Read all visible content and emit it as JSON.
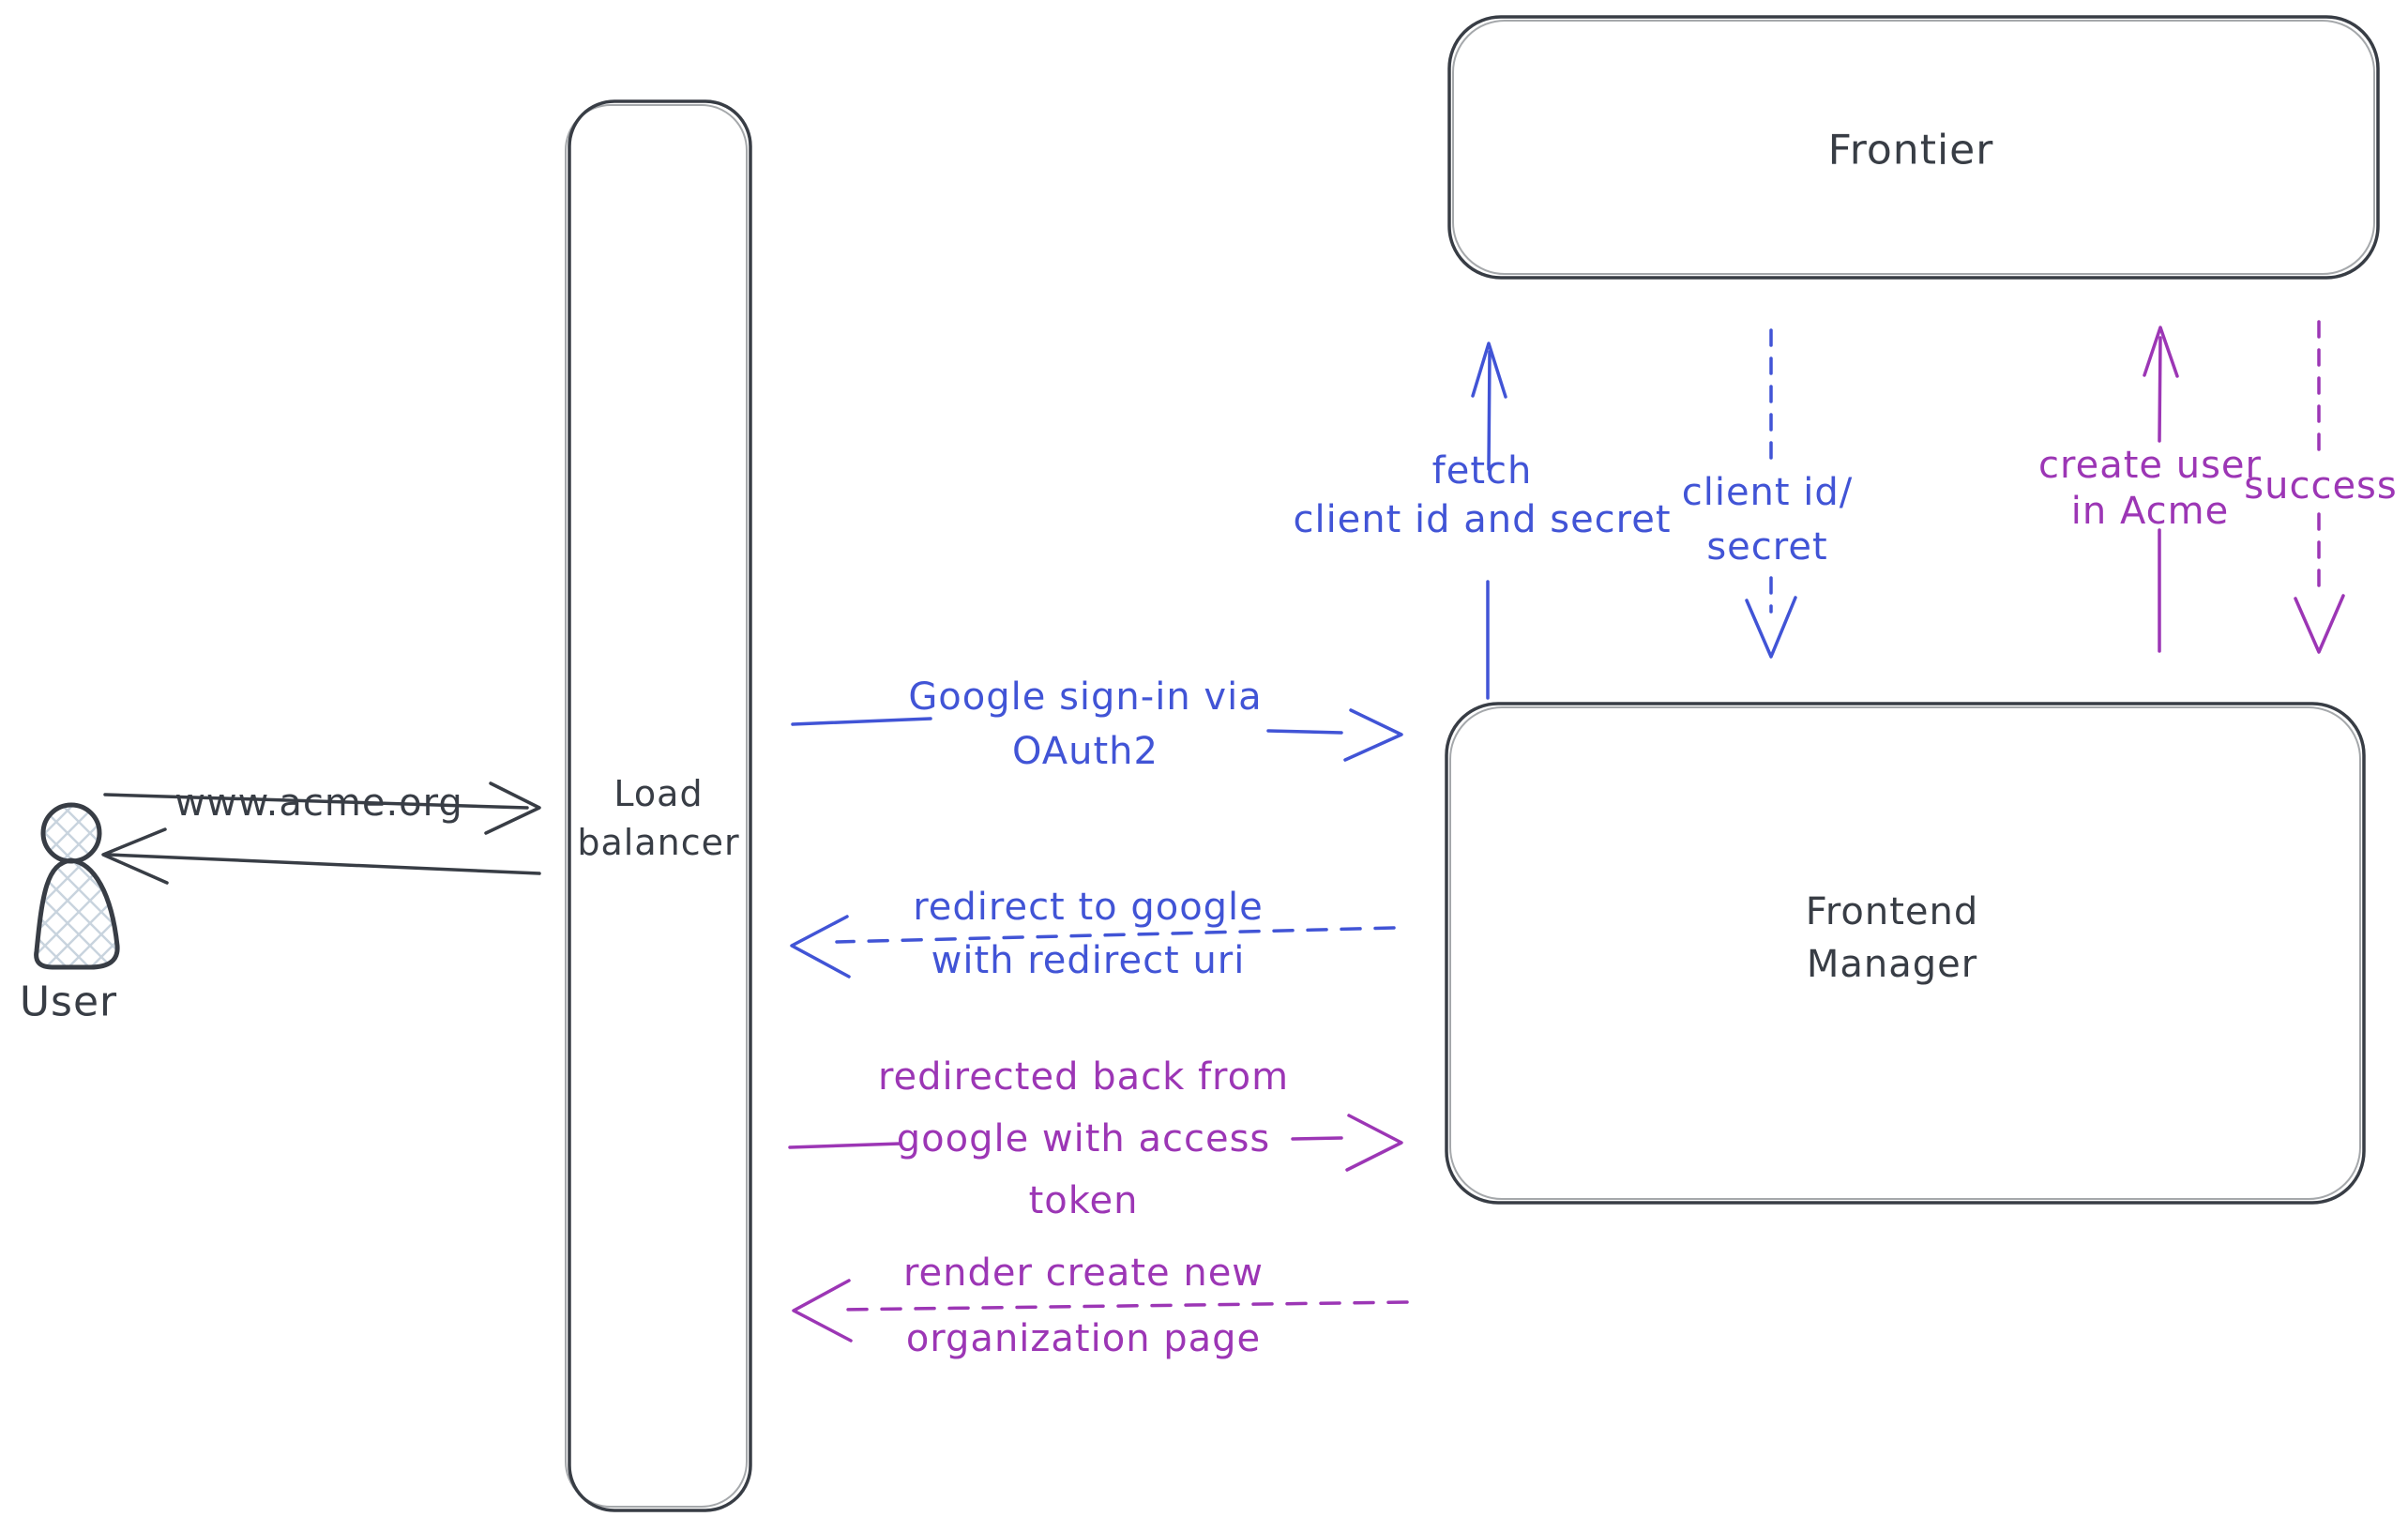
{
  "colors": {
    "bg": "#ffffff",
    "primary": "#383d45",
    "blue": "#4154d6",
    "purple": "#9c36b5",
    "hatch": "#c9d4de"
  },
  "nodes": {
    "user": {
      "label": "User"
    },
    "load_balancer": {
      "lines": [
        "Load",
        "balancer"
      ]
    },
    "frontier": {
      "label": "Frontier"
    },
    "frontend_manager": {
      "lines": [
        "Frontend",
        "Manager"
      ]
    }
  },
  "edges": {
    "www_acme": {
      "label": "www.acme.org",
      "style": "solid",
      "from": "User",
      "to": "Load balancer"
    },
    "google_signin": {
      "lines": [
        "Google sign-in via",
        "OAuth2"
      ],
      "style": "solid",
      "from": "Load balancer",
      "to": "Frontend Manager"
    },
    "redirect_google": {
      "lines": [
        "redirect to google",
        "with redirect uri"
      ],
      "style": "dashed",
      "from": "Frontend Manager",
      "to": "Load balancer"
    },
    "fetch_creds": {
      "lines": [
        "fetch",
        "client id and secret"
      ],
      "style": "solid",
      "from": "Frontend Manager",
      "to": "Frontier"
    },
    "client_id_secret": {
      "lines": [
        "client id/",
        "secret"
      ],
      "style": "dashed",
      "from": "Frontier",
      "to": "Frontend Manager"
    },
    "create_user": {
      "lines": [
        "create user",
        "in Acme"
      ],
      "style": "solid",
      "from": "Frontend Manager",
      "to": "Frontier"
    },
    "success": {
      "label": "success",
      "style": "dashed",
      "from": "Frontier",
      "to": "Frontend Manager"
    },
    "redirected_back": {
      "lines": [
        "redirected back from",
        "google with access",
        "token"
      ],
      "style": "solid",
      "from": "Load balancer",
      "to": "Frontend Manager"
    },
    "render_page": {
      "lines": [
        "render create new",
        "organization page"
      ],
      "style": "dashed",
      "from": "Frontend Manager",
      "to": "Load balancer"
    }
  }
}
